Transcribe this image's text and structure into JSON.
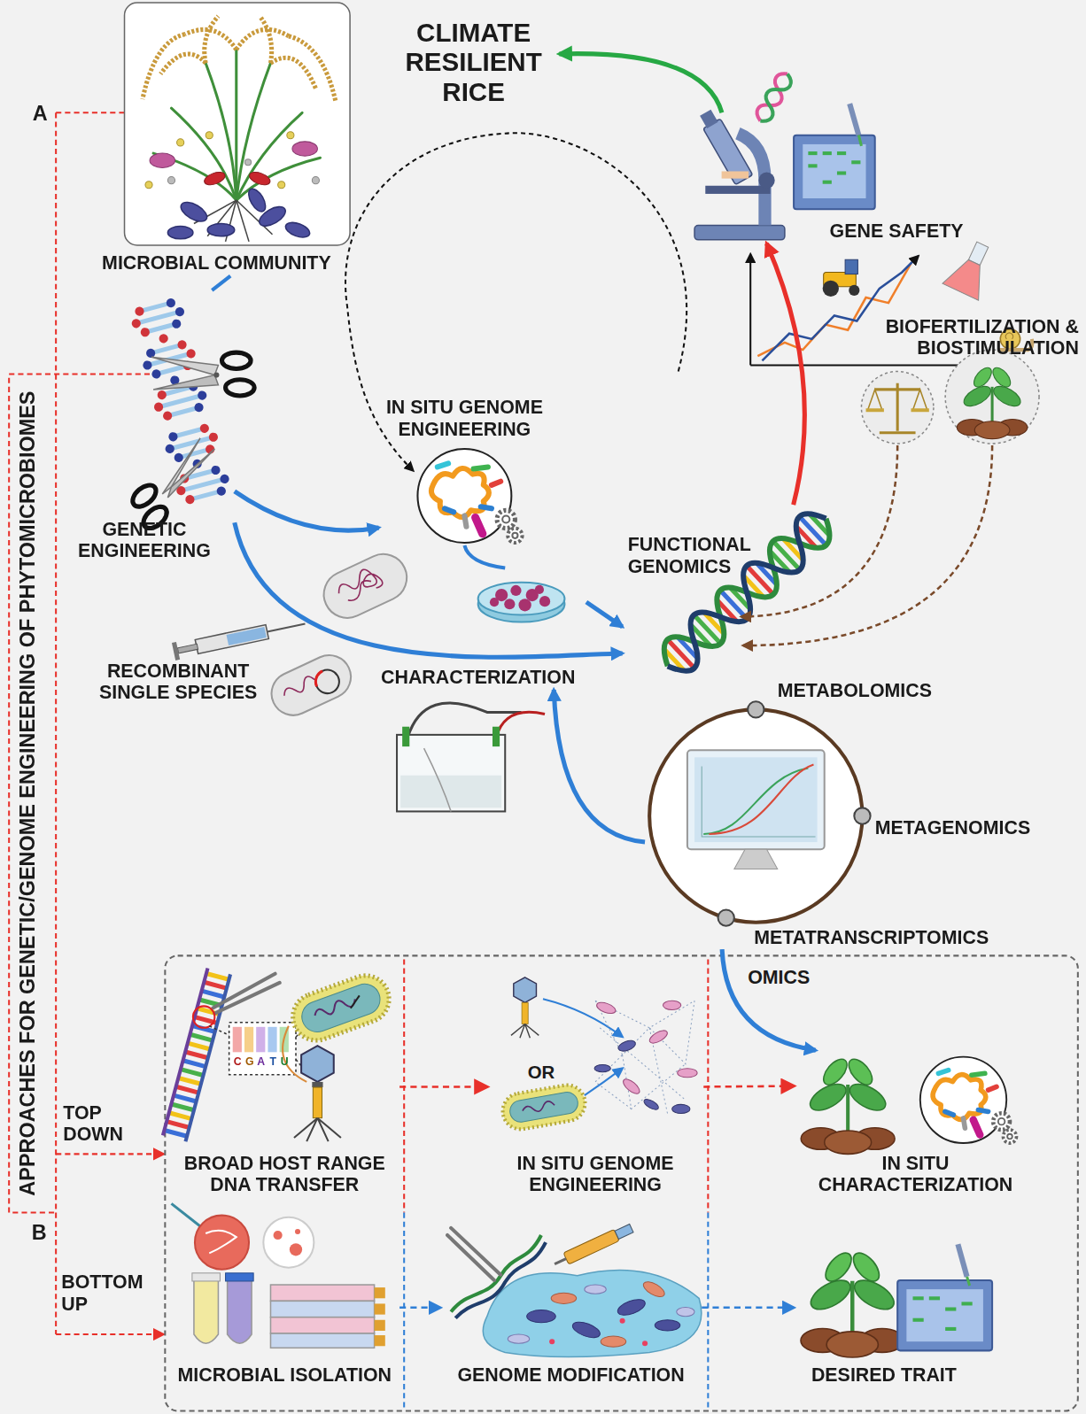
{
  "diagram": {
    "nodes": [
      {
        "text": [
          "CLIMATE RESILIENT RICE"
        ]
      },
      {
        "text": [
          "MICROBIAL COMMUNITY"
        ]
      },
      {
        "text": [
          "GENE SAFETY"
        ]
      },
      {
        "text": [
          "BIOFERTILIZATION & BIOSTIMULATION"
        ]
      },
      {
        "text": [
          "IN SITU GENOME ENGINEERING"
        ]
      },
      {
        "text": [
          "GENETIC ENGINEERING"
        ]
      },
      {
        "text": [
          "FUNCTIONAL GENOMICS"
        ]
      },
      {
        "text": [
          "RECOMBINANT SINGLE SPECIES"
        ]
      },
      {
        "text": [
          "CHARACTERIZATION"
        ]
      },
      {
        "text": [
          "METABOLOMICS",
          "METAGENOMICS",
          "METATRANSCRIPTOMICS"
        ]
      },
      {
        "text": [
          "BROAD HOST RANGE DNA TRANSFER"
        ]
      },
      {
        "text": [
          "IN SITU GENOME ENGINEERING"
        ]
      },
      {
        "text": [
          "IN SITU CHARACTERIZATION"
        ]
      },
      {
        "text": [
          "MICROBIAL ISOLATION"
        ]
      },
      {
        "text": [
          "GENOME MODIFICATION"
        ]
      },
      {
        "text": [
          "DESIRED TRAIT"
        ]
      }
    ],
    "edges": [
      {
        "from": 1,
        "to": 5,
        "arrow": "none"
      },
      {
        "from": 5,
        "to": 4,
        "arrow": "to"
      },
      {
        "from": 4,
        "to": 8,
        "arrow": "none"
      },
      {
        "from": 8,
        "to": 6,
        "arrow": "to"
      },
      {
        "from": 5,
        "to": 6,
        "arrow": "to"
      },
      {
        "from": 9,
        "to": 8,
        "arrow": "to"
      },
      {
        "from": 6,
        "to": 2,
        "arrow": "to"
      },
      {
        "from": 2,
        "to": 0,
        "arrow": "to"
      },
      {
        "from": 9,
        "to": 12,
        "arrow": "to",
        "label": "OMICS"
      },
      {
        "from": 10,
        "to": 11,
        "arrow": "to"
      },
      {
        "from": 11,
        "to": 12,
        "arrow": "to"
      },
      {
        "from": 13,
        "to": 14,
        "arrow": "to"
      },
      {
        "from": 14,
        "to": 15,
        "arrow": "to"
      }
    ],
    "labels": [
      "A",
      "APPROACHES FOR GENETIC/GENOME ENGINEERING OF PHYTOMICROBIOMES",
      "TOP DOWN",
      "B",
      "BOTTOM UP",
      "OR",
      "C",
      "G",
      "A",
      "T",
      "U"
    ]
  }
}
